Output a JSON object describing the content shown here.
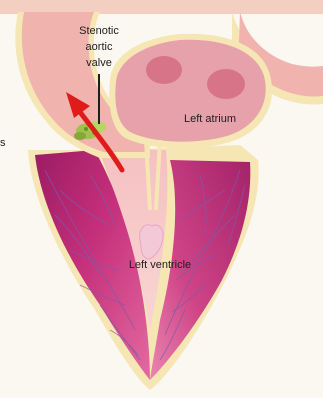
{
  "labels": {
    "stenotic_valve": [
      "Stenotic",
      "aortic",
      "valve"
    ],
    "left_atrium": "Left atrium",
    "left_ventricle": "Left ventricle",
    "cropped_left_text": "s"
  },
  "colors": {
    "background": "#fbf7f1",
    "top_band": "#f3cfc2",
    "vessel_fill": "#f0b3ae",
    "vessel_outline": "#f6e6b4",
    "atrium_fill": "#e7a1aa",
    "atrium_spot": "#d77487",
    "myocardium_dark": "#b3236e",
    "myocardium_light": "#e670a3",
    "vessel_lines": "#7d5aa8",
    "valve_green": "#9fc24a",
    "flow_arrow": "#e01b1b",
    "pointer_line": "#1e1e1e"
  },
  "icons": [
    "flow-arrow-icon",
    "stenotic-valve-icon"
  ]
}
